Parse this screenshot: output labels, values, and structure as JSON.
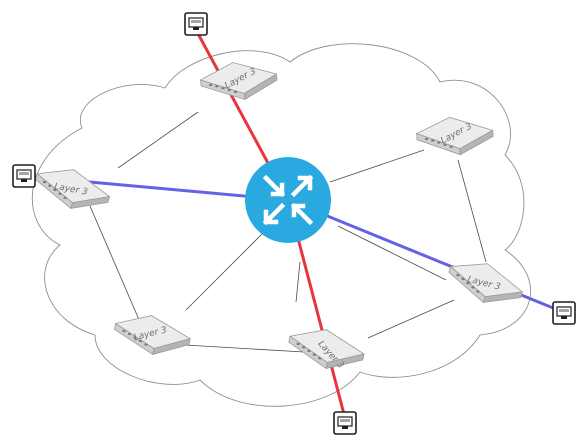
{
  "diagram": {
    "switches": [
      {
        "id": "sw-top",
        "label": "Layer 3"
      },
      {
        "id": "sw-topright",
        "label": "Layer 3"
      },
      {
        "id": "sw-left",
        "label": "Layer 3"
      },
      {
        "id": "sw-right",
        "label": "Layer 3"
      },
      {
        "id": "sw-bottomleft",
        "label": "Layer 3"
      },
      {
        "id": "sw-bottommid",
        "label": "Layer 3"
      }
    ],
    "colors": {
      "cloud_stroke": "#8e8e8e",
      "mesh_line": "#4a4a4a",
      "red_link": "#e8343b",
      "blue_link": "#6461e6",
      "router_fill": "#2aa9e0",
      "router_arrows": "#ffffff",
      "switch_top": "#ececec",
      "switch_side": "#bdbdbd"
    },
    "icons": {
      "router": "router-icon",
      "port": "ethernet-port-icon",
      "switch": "layer3-switch-icon"
    }
  }
}
